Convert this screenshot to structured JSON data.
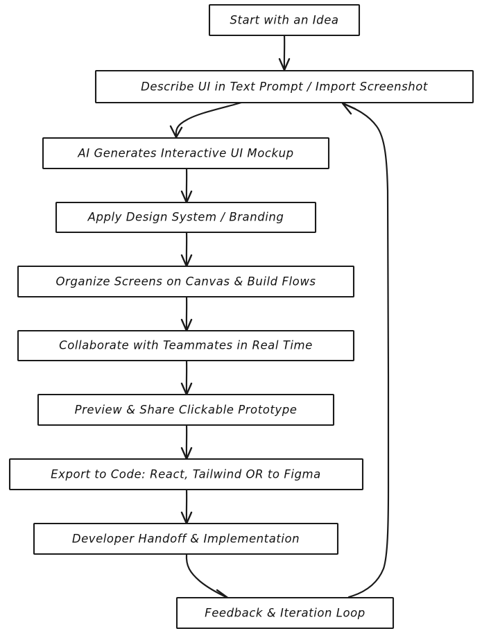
{
  "diagram": {
    "title": "AI UI Design Workflow Flowchart",
    "orientation": "top-to-bottom",
    "style": "hand-drawn sketch",
    "background_color": "#ffffff",
    "stroke_color": "#1a1a1a",
    "text_color": "#111111",
    "nodes": [
      {
        "id": "n1",
        "label": "Start with an Idea"
      },
      {
        "id": "n2",
        "label": "Describe UI in Text Prompt / Import Screenshot"
      },
      {
        "id": "n3",
        "label": "AI Generates Interactive UI Mockup"
      },
      {
        "id": "n4",
        "label": "Apply Design System / Branding"
      },
      {
        "id": "n5",
        "label": "Organize Screens on Canvas & Build Flows"
      },
      {
        "id": "n6",
        "label": "Collaborate with Teammates in Real Time"
      },
      {
        "id": "n7",
        "label": "Preview & Share Clickable Prototype"
      },
      {
        "id": "n8",
        "label": "Export to Code: React, Tailwind OR to Figma"
      },
      {
        "id": "n9",
        "label": "Developer Handoff & Implementation"
      },
      {
        "id": "n10",
        "label": "Feedback & Iteration Loop"
      }
    ],
    "edges": [
      {
        "from": "n1",
        "to": "n2",
        "kind": "straight"
      },
      {
        "from": "n2",
        "to": "n3",
        "kind": "curved"
      },
      {
        "from": "n3",
        "to": "n4",
        "kind": "straight"
      },
      {
        "from": "n4",
        "to": "n5",
        "kind": "straight"
      },
      {
        "from": "n5",
        "to": "n6",
        "kind": "straight"
      },
      {
        "from": "n6",
        "to": "n7",
        "kind": "straight"
      },
      {
        "from": "n7",
        "to": "n8",
        "kind": "straight"
      },
      {
        "from": "n8",
        "to": "n9",
        "kind": "straight"
      },
      {
        "from": "n9",
        "to": "n10",
        "kind": "curved"
      },
      {
        "from": "n10",
        "to": "n2",
        "kind": "feedback-loop"
      }
    ]
  }
}
